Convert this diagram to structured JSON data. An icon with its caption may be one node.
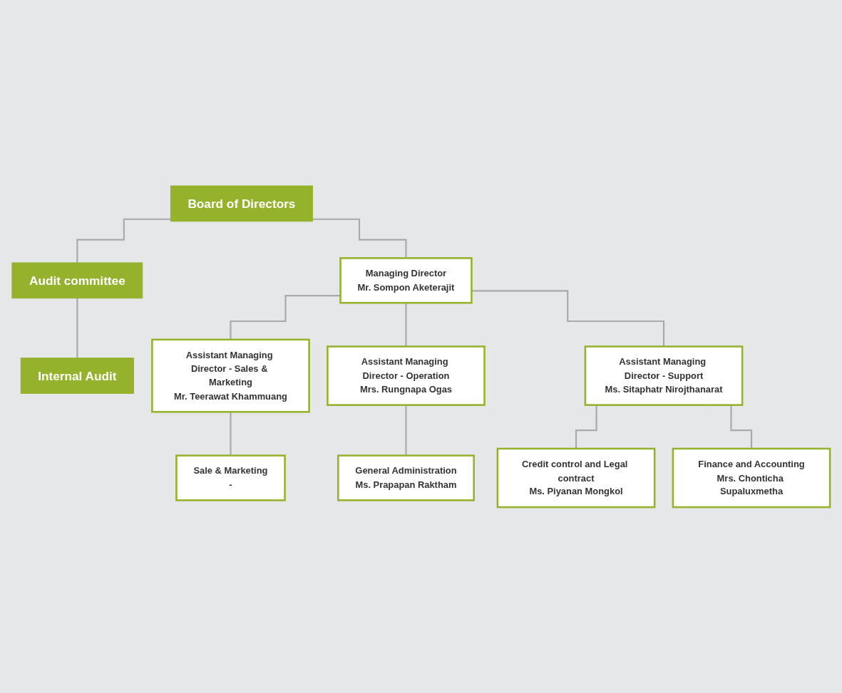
{
  "diagram": {
    "nodes": [
      {
        "text": [
          "Board of Directors"
        ]
      },
      {
        "text": [
          "Audit committee"
        ]
      },
      {
        "text": [
          "Internal Audit"
        ]
      },
      {
        "text": [
          "Managing Director",
          "Mr. Sompon Aketerajit"
        ]
      },
      {
        "text": [
          "Assistant Managing Director - Sales & Marketing",
          "Mr. Teerawat Khammuang"
        ]
      },
      {
        "text": [
          "Assistant Managing Director - Operation",
          "Mrs. Rungnapa Ogas"
        ]
      },
      {
        "text": [
          "Assistant Managing Director - Support",
          "Ms. Sitaphatr Nirojthanarat"
        ]
      },
      {
        "text": [
          "Sale & Marketing",
          "-"
        ]
      },
      {
        "text": [
          "General Administration",
          "Ms. Prapapan Raktham"
        ]
      },
      {
        "text": [
          "Credit control and Legal contract",
          "Ms. Piyanan Mongkol"
        ]
      },
      {
        "text": [
          "Finance and Accounting",
          "Mrs. Chonticha Supaluxmetha"
        ]
      }
    ],
    "edges": [
      {
        "from": 0,
        "to": 3,
        "arrow": "none"
      },
      {
        "from": 0,
        "to": 1,
        "arrow": "none"
      },
      {
        "from": 1,
        "to": 2,
        "arrow": "none"
      },
      {
        "from": 3,
        "to": 4,
        "arrow": "none"
      },
      {
        "from": 3,
        "to": 5,
        "arrow": "none"
      },
      {
        "from": 3,
        "to": 6,
        "arrow": "none"
      },
      {
        "from": 4,
        "to": 7,
        "arrow": "none"
      },
      {
        "from": 5,
        "to": 8,
        "arrow": "none"
      },
      {
        "from": 6,
        "to": 9,
        "arrow": "none"
      },
      {
        "from": 6,
        "to": 10,
        "arrow": "none"
      }
    ]
  }
}
